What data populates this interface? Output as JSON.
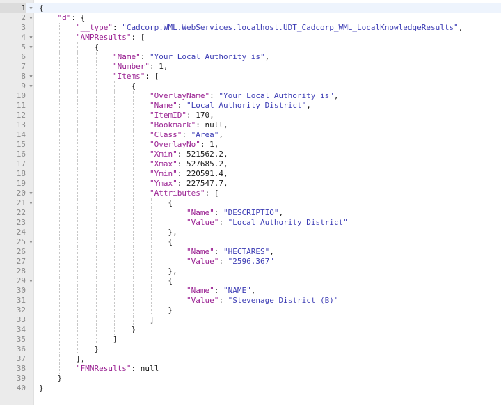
{
  "editor": {
    "lines": [
      {
        "n": "1",
        "fold": true,
        "indent": 0,
        "tokens": [
          {
            "t": "p",
            "v": "{"
          }
        ]
      },
      {
        "n": "2",
        "fold": true,
        "indent": 1,
        "tokens": [
          {
            "t": "k",
            "v": "\"d\""
          },
          {
            "t": "p",
            "v": ": {"
          }
        ]
      },
      {
        "n": "3",
        "fold": false,
        "indent": 2,
        "tokens": [
          {
            "t": "k",
            "v": "\"__type\""
          },
          {
            "t": "p",
            "v": ": "
          },
          {
            "t": "s",
            "v": "\"Cadcorp.WML.WebServices.localhost.UDT_Cadcorp_WML_LocalKnowledgeResults\""
          },
          {
            "t": "p",
            "v": ","
          }
        ]
      },
      {
        "n": "4",
        "fold": true,
        "indent": 2,
        "tokens": [
          {
            "t": "k",
            "v": "\"AMPResults\""
          },
          {
            "t": "p",
            "v": ": ["
          }
        ]
      },
      {
        "n": "5",
        "fold": true,
        "indent": 3,
        "tokens": [
          {
            "t": "p",
            "v": "{"
          }
        ]
      },
      {
        "n": "6",
        "fold": false,
        "indent": 4,
        "tokens": [
          {
            "t": "k",
            "v": "\"Name\""
          },
          {
            "t": "p",
            "v": ": "
          },
          {
            "t": "s",
            "v": "\"Your Local Authority is\""
          },
          {
            "t": "p",
            "v": ","
          }
        ]
      },
      {
        "n": "7",
        "fold": false,
        "indent": 4,
        "tokens": [
          {
            "t": "k",
            "v": "\"Number\""
          },
          {
            "t": "p",
            "v": ": 1,"
          }
        ]
      },
      {
        "n": "8",
        "fold": true,
        "indent": 4,
        "tokens": [
          {
            "t": "k",
            "v": "\"Items\""
          },
          {
            "t": "p",
            "v": ": ["
          }
        ]
      },
      {
        "n": "9",
        "fold": true,
        "indent": 5,
        "tokens": [
          {
            "t": "p",
            "v": "{"
          }
        ]
      },
      {
        "n": "10",
        "fold": false,
        "indent": 6,
        "tokens": [
          {
            "t": "k",
            "v": "\"OverlayName\""
          },
          {
            "t": "p",
            "v": ": "
          },
          {
            "t": "s",
            "v": "\"Your Local Authority is\""
          },
          {
            "t": "p",
            "v": ","
          }
        ]
      },
      {
        "n": "11",
        "fold": false,
        "indent": 6,
        "tokens": [
          {
            "t": "k",
            "v": "\"Name\""
          },
          {
            "t": "p",
            "v": ": "
          },
          {
            "t": "s",
            "v": "\"Local Authority District\""
          },
          {
            "t": "p",
            "v": ","
          }
        ]
      },
      {
        "n": "12",
        "fold": false,
        "indent": 6,
        "tokens": [
          {
            "t": "k",
            "v": "\"ItemID\""
          },
          {
            "t": "p",
            "v": ": 170,"
          }
        ]
      },
      {
        "n": "13",
        "fold": false,
        "indent": 6,
        "tokens": [
          {
            "t": "k",
            "v": "\"Bookmark\""
          },
          {
            "t": "p",
            "v": ": null,"
          }
        ]
      },
      {
        "n": "14",
        "fold": false,
        "indent": 6,
        "tokens": [
          {
            "t": "k",
            "v": "\"Class\""
          },
          {
            "t": "p",
            "v": ": "
          },
          {
            "t": "s",
            "v": "\"Area\""
          },
          {
            "t": "p",
            "v": ","
          }
        ]
      },
      {
        "n": "15",
        "fold": false,
        "indent": 6,
        "tokens": [
          {
            "t": "k",
            "v": "\"OverlayNo\""
          },
          {
            "t": "p",
            "v": ": 1,"
          }
        ]
      },
      {
        "n": "16",
        "fold": false,
        "indent": 6,
        "tokens": [
          {
            "t": "k",
            "v": "\"Xmin\""
          },
          {
            "t": "p",
            "v": ": 521562.2,"
          }
        ]
      },
      {
        "n": "17",
        "fold": false,
        "indent": 6,
        "tokens": [
          {
            "t": "k",
            "v": "\"Xmax\""
          },
          {
            "t": "p",
            "v": ": 527685.2,"
          }
        ]
      },
      {
        "n": "18",
        "fold": false,
        "indent": 6,
        "tokens": [
          {
            "t": "k",
            "v": "\"Ymin\""
          },
          {
            "t": "p",
            "v": ": 220591.4,"
          }
        ]
      },
      {
        "n": "19",
        "fold": false,
        "indent": 6,
        "tokens": [
          {
            "t": "k",
            "v": "\"Ymax\""
          },
          {
            "t": "p",
            "v": ": 227547.7,"
          }
        ]
      },
      {
        "n": "20",
        "fold": true,
        "indent": 6,
        "tokens": [
          {
            "t": "k",
            "v": "\"Attributes\""
          },
          {
            "t": "p",
            "v": ": ["
          }
        ]
      },
      {
        "n": "21",
        "fold": true,
        "indent": 7,
        "tokens": [
          {
            "t": "p",
            "v": "{"
          }
        ]
      },
      {
        "n": "22",
        "fold": false,
        "indent": 8,
        "tokens": [
          {
            "t": "k",
            "v": "\"Name\""
          },
          {
            "t": "p",
            "v": ": "
          },
          {
            "t": "s",
            "v": "\"DESCRIPTIO\""
          },
          {
            "t": "p",
            "v": ","
          }
        ]
      },
      {
        "n": "23",
        "fold": false,
        "indent": 8,
        "tokens": [
          {
            "t": "k",
            "v": "\"Value\""
          },
          {
            "t": "p",
            "v": ": "
          },
          {
            "t": "s",
            "v": "\"Local Authority District\""
          }
        ]
      },
      {
        "n": "24",
        "fold": false,
        "indent": 7,
        "tokens": [
          {
            "t": "p",
            "v": "},"
          }
        ]
      },
      {
        "n": "25",
        "fold": true,
        "indent": 7,
        "tokens": [
          {
            "t": "p",
            "v": "{"
          }
        ]
      },
      {
        "n": "26",
        "fold": false,
        "indent": 8,
        "tokens": [
          {
            "t": "k",
            "v": "\"Name\""
          },
          {
            "t": "p",
            "v": ": "
          },
          {
            "t": "s",
            "v": "\"HECTARES\""
          },
          {
            "t": "p",
            "v": ","
          }
        ]
      },
      {
        "n": "27",
        "fold": false,
        "indent": 8,
        "tokens": [
          {
            "t": "k",
            "v": "\"Value\""
          },
          {
            "t": "p",
            "v": ": "
          },
          {
            "t": "s",
            "v": "\"2596.367\""
          }
        ]
      },
      {
        "n": "28",
        "fold": false,
        "indent": 7,
        "tokens": [
          {
            "t": "p",
            "v": "},"
          }
        ]
      },
      {
        "n": "29",
        "fold": true,
        "indent": 7,
        "tokens": [
          {
            "t": "p",
            "v": "{"
          }
        ]
      },
      {
        "n": "30",
        "fold": false,
        "indent": 8,
        "tokens": [
          {
            "t": "k",
            "v": "\"Name\""
          },
          {
            "t": "p",
            "v": ": "
          },
          {
            "t": "s",
            "v": "\"NAME\""
          },
          {
            "t": "p",
            "v": ","
          }
        ]
      },
      {
        "n": "31",
        "fold": false,
        "indent": 8,
        "tokens": [
          {
            "t": "k",
            "v": "\"Value\""
          },
          {
            "t": "p",
            "v": ": "
          },
          {
            "t": "s",
            "v": "\"Stevenage District (B)\""
          }
        ]
      },
      {
        "n": "32",
        "fold": false,
        "indent": 7,
        "tokens": [
          {
            "t": "p",
            "v": "}"
          }
        ]
      },
      {
        "n": "33",
        "fold": false,
        "indent": 6,
        "tokens": [
          {
            "t": "p",
            "v": "]"
          }
        ]
      },
      {
        "n": "34",
        "fold": false,
        "indent": 5,
        "tokens": [
          {
            "t": "p",
            "v": "}"
          }
        ]
      },
      {
        "n": "35",
        "fold": false,
        "indent": 4,
        "tokens": [
          {
            "t": "p",
            "v": "]"
          }
        ]
      },
      {
        "n": "36",
        "fold": false,
        "indent": 3,
        "tokens": [
          {
            "t": "p",
            "v": "}"
          }
        ]
      },
      {
        "n": "37",
        "fold": false,
        "indent": 2,
        "tokens": [
          {
            "t": "p",
            "v": "],"
          }
        ]
      },
      {
        "n": "38",
        "fold": false,
        "indent": 2,
        "tokens": [
          {
            "t": "k",
            "v": "\"FMNResults\""
          },
          {
            "t": "p",
            "v": ": null"
          }
        ]
      },
      {
        "n": "39",
        "fold": false,
        "indent": 1,
        "tokens": [
          {
            "t": "p",
            "v": "}"
          }
        ]
      },
      {
        "n": "40",
        "fold": false,
        "indent": 0,
        "tokens": [
          {
            "t": "p",
            "v": "}"
          }
        ]
      }
    ],
    "active_line": "1",
    "fold_icon": "triangle-down-icon",
    "colors": {
      "key": "#9b2393",
      "string": "#3c3cb4",
      "gutter_bg": "#ebebeb",
      "active_line_bg": "#eef4fd"
    }
  }
}
